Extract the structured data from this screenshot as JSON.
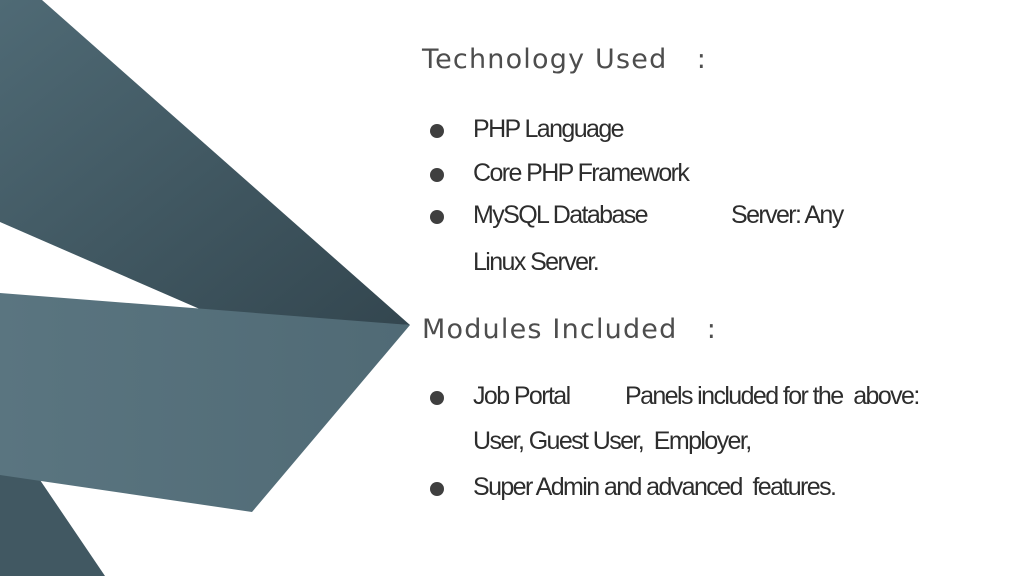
{
  "colors": {
    "ribbon_dark": "#3e5560",
    "ribbon_mid": "#4a636d",
    "ribbon_light": "#55707b",
    "text": "#2d2d2d",
    "heading": "#4d4d4d"
  },
  "technology": {
    "heading": "Technology Used   :",
    "items": [
      {
        "text": "PHP Language"
      },
      {
        "text": "Core PHP Framework"
      },
      {
        "text": "MySQL Database",
        "extra": "Server: Any",
        "continuation": "Linux Server."
      }
    ]
  },
  "modules": {
    "heading": "Modules Included   :",
    "items": [
      {
        "text": "Job Portal",
        "extra": "Panels included for the  above:",
        "continuation": "User, Guest User,  Employer,"
      },
      {
        "text": "Super Admin and advanced  features."
      }
    ]
  }
}
